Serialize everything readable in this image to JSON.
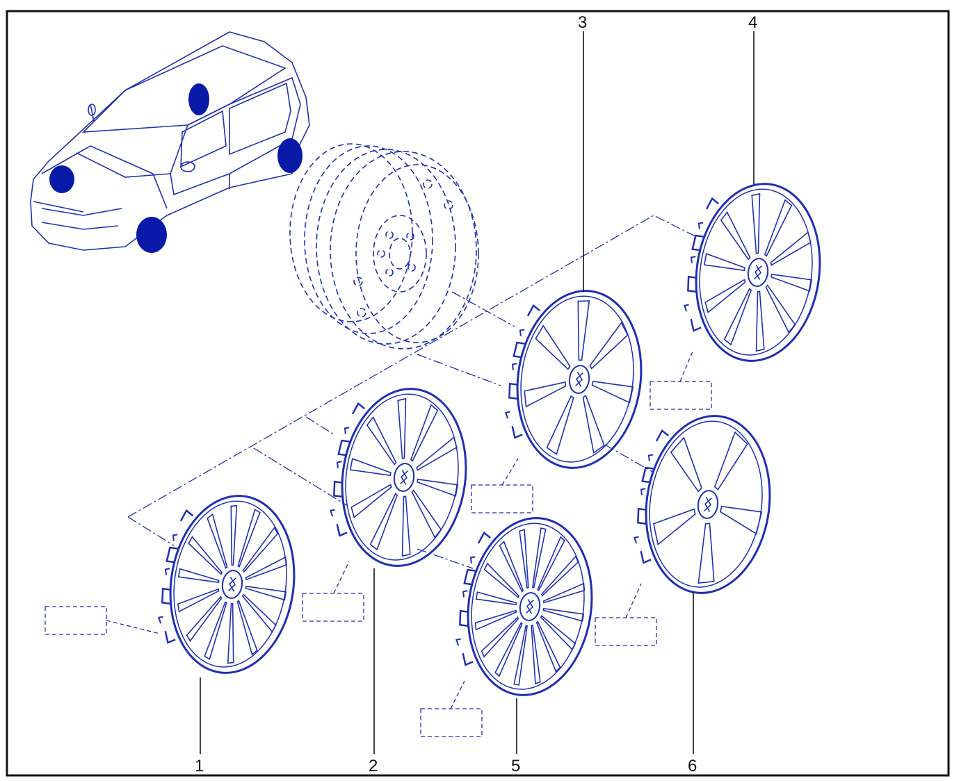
{
  "colors": {
    "line": "#1f2fb3",
    "fill": "#0a1aa8",
    "frame": "#111111",
    "text": "#111111",
    "background": "#ffffff"
  },
  "callouts": {
    "c1": "1",
    "c2": "2",
    "c3": "3",
    "c4": "4",
    "c5": "5",
    "c6": "6"
  },
  "parts": [
    {
      "id": "1",
      "name": "wheel-trim-1",
      "spokes": 14
    },
    {
      "id": "2",
      "name": "wheel-trim-2",
      "spokes": 10
    },
    {
      "id": "3",
      "name": "wheel-trim-3",
      "spokes": 7
    },
    {
      "id": "4",
      "name": "wheel-trim-4",
      "spokes": 10
    },
    {
      "id": "5",
      "name": "wheel-trim-5",
      "spokes": 16
    },
    {
      "id": "6",
      "name": "wheel-trim-6",
      "spokes": 5
    }
  ]
}
